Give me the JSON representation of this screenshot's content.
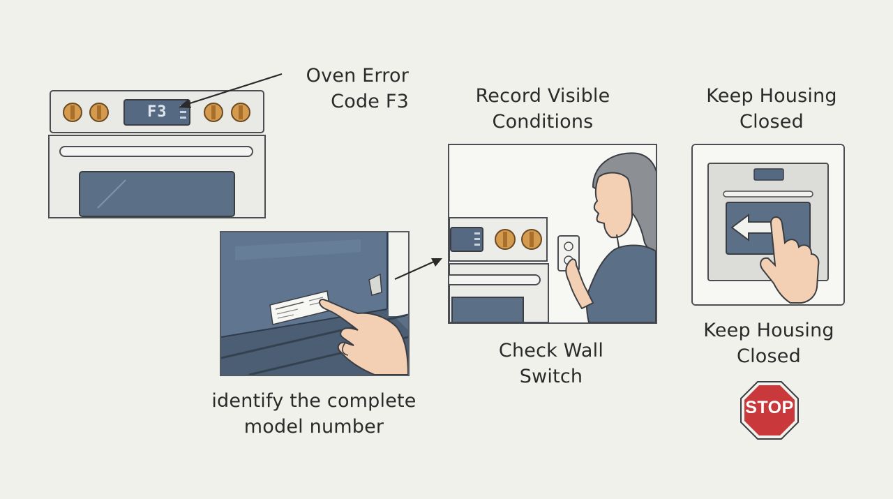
{
  "labels": {
    "oven_error": "Oven Error\nCode F3",
    "display_code": "F3",
    "record_conditions": "Record Visible\nConditions",
    "keep_housing_top": "Keep Housing\nClosed",
    "keep_housing_bottom": "Keep Housing\nClosed",
    "check_wall_switch": "Check Wall\nSwitch",
    "identify_model": "identify the complete\nmodel number",
    "stop_sign": "STOP"
  },
  "icons": {
    "range": "oven-range-icon",
    "label_panel": "model-label-pointing-hand-illustration",
    "wall_switch": "person-at-wall-outlet-illustration",
    "housing": "oven-front-pointing-hand-illustration",
    "stop": "stop-sign-icon",
    "arrow": "arrow-icon"
  },
  "colors": {
    "background": "#f1f1ec",
    "steel_blue": "#5b6f86",
    "knob_orange": "#d49a4e",
    "stop_red": "#c9393b",
    "line": "#3a3d42"
  }
}
